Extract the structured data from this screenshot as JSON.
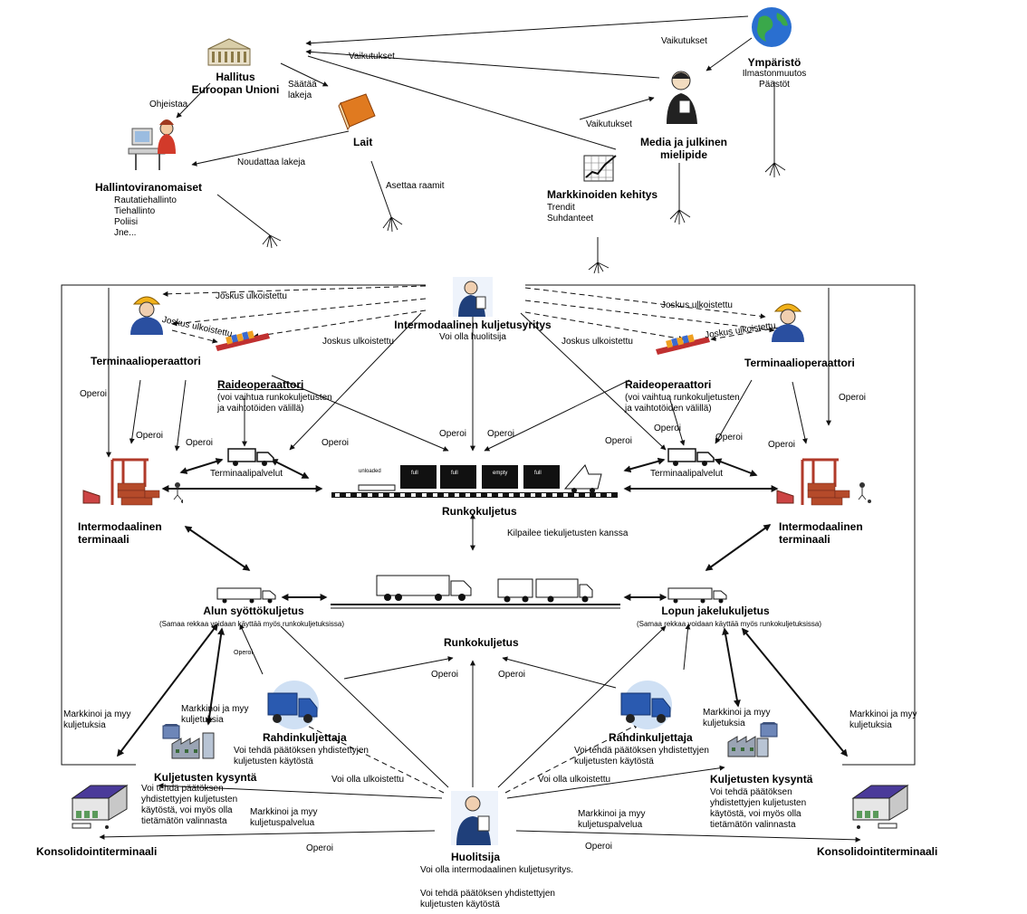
{
  "top": {
    "government": {
      "title1": "Hallitus",
      "title2": "Euroopan Unioni"
    },
    "laws": {
      "title": "Lait"
    },
    "authorities": {
      "title": "Hallintoviranomaiset",
      "items": [
        "Rautatiehallinto",
        "Tiehallinto",
        "Poliisi",
        "Jne..."
      ]
    },
    "environment": {
      "title": "Ympäristö",
      "items": [
        "Ilmastonmuutos",
        "Päästöt"
      ]
    },
    "media": {
      "title1": "Media ja julkinen",
      "title2": "mielipide"
    },
    "markets": {
      "title": "Markkinoiden kehitys",
      "items": [
        "Trendit",
        "Suhdanteet"
      ]
    },
    "labels": {
      "vaikutukset_1": "Vaikutukset",
      "vaikutukset_2": "Vaikutukset",
      "vaikutukset_3": "Vaikutukset",
      "saataa1": "Säätää",
      "saataa2": "lakeja",
      "ohjeistaa": "Ohjeistaa",
      "noudattaa": "Noudattaa lakeja",
      "asettaa": "Asettaa raamit"
    }
  },
  "middle": {
    "company": {
      "title": "Intermodaalinen kuljetusyritys",
      "sub": "Voi olla huolitsija"
    },
    "terminal_op_left": "Terminaalioperaattori",
    "terminal_op_right": "Terminaalioperaattori",
    "rail_left": {
      "title": "Raideoperaattori",
      "sub1": "(voi vaihtua runkokuljetusten",
      "sub2": "ja vaihtotöiden välillä)"
    },
    "rail_right": {
      "title": "Raideoperaattori",
      "sub1": "(voi vaihtua runkokuljetusten",
      "sub2": "ja vaihtotöiden välillä)"
    },
    "outsourced": [
      "Joskus ulkoistettu",
      "Joskus ulkoistettu",
      "Joskus ulkoistettu",
      "Joskus ulkoistettu",
      "Joskus ulkoistettu",
      "Joskus ulkoistettu"
    ],
    "operoi": [
      "Operoi",
      "Operoi",
      "Operoi",
      "Operoi",
      "Operoi",
      "Operoi",
      "Operoi",
      "Operoi",
      "Operoi",
      "Operoi"
    ],
    "terminal_services_left": "Terminaalipalvelut",
    "terminal_services_right": "Terminaalipalvelut",
    "terminal_left": {
      "title1": "Intermodaalinen",
      "title2": "terminaali"
    },
    "terminal_right": {
      "title1": "Intermodaalinen",
      "title2": "terminaali"
    },
    "main_rail": "Runkokuljetus",
    "wagons": [
      "unloaded",
      "full",
      "full",
      "empty",
      "full"
    ],
    "competes": "Kilpailee tiekuljetusten kanssa"
  },
  "bottom": {
    "pre_haul": {
      "title": "Alun syöttökuljetus",
      "sub": "(Samaa rekkaa voidaan käyttää myös runkokuljetuksissa)"
    },
    "end_haul": {
      "title": "Lopun jakelukuljetus",
      "sub": "(Samaa rekkaa voidaan käyttää myös runkokuljetuksissa)"
    },
    "main_road": "Runkokuljetus",
    "haulier_left": {
      "title": "Rahdinkuljettaja",
      "sub1": "Voi tehdä päätöksen yhdistettyjen",
      "sub2": "kuljetusten käytöstä"
    },
    "haulier_right": {
      "title": "Rahdinkuljettaja",
      "sub1": "Voi tehdä päätöksen yhdistettyjen",
      "sub2": "kuljetusten käytöstä"
    },
    "demand_left": {
      "title": "Kuljetusten kysyntä",
      "lines": [
        "Voi tehdä päätöksen",
        "yhdistettyjen kuljetusten",
        "käytöstä, voi myös olla",
        "tietämätön valinnasta"
      ]
    },
    "demand_right": {
      "title": "Kuljetusten kysyntä",
      "lines": [
        "Voi tehdä päätöksen",
        "yhdistettyjen kuljetusten",
        "käytöstä, voi myös olla",
        "tietämätön valinnasta"
      ]
    },
    "consol_left": "Konsolidointiterminaali",
    "consol_right": "Konsolidointiterminaali",
    "forwarder": {
      "title": "Huolitsija",
      "sub": "Voi olla intermodaalinen kuljetusyritys.",
      "note1": "Voi tehdä päätöksen yhdistettyjen",
      "note2": "kuljetusten käytöstä"
    },
    "labels": {
      "markkinoi1_a": "Markkinoi ja myy",
      "markkinoi1_b": "kuljetuksia",
      "markkinoi2_a": "Markkinoi ja myy",
      "markkinoi2_b": "kuljetuksia",
      "markkinoi3_a": "Markkinoi ja myy",
      "markkinoi3_b": "kuljetuksia",
      "markkinoi4_a": "Markkinoi ja myy",
      "markkinoi4_b": "kuljetuksia",
      "markkinoi5_a": "Markkinoi ja myy",
      "markkinoi5_b": "kuljetuspalvelua",
      "markkinoi6_a": "Markkinoi ja myy",
      "markkinoi6_b": "kuljetuspalvelua",
      "voi_ulk_left": "Voi olla ulkoistettu",
      "voi_ulk_right": "Voi olla ulkoistettu",
      "operoi_small": "Operoi",
      "operoi_b1": "Operoi",
      "operoi_b2": "Operoi",
      "operoi_b3": "Operoi",
      "operoi_b4": "Operoi"
    }
  },
  "colors": {
    "line": "#111111",
    "truck": "#1a3f7a",
    "brick": "#b54a2a",
    "book": "#e07a20",
    "globe": "#2a6fd0",
    "train": "#222222"
  },
  "icons": [
    "government-building-icon",
    "book-icon",
    "globe-icon",
    "journalist-icon",
    "chart-icon",
    "computer-user-icon",
    "businessman-icon",
    "worker-icon",
    "train-icon",
    "truck-icon",
    "crane-terminal-icon",
    "warehouse-icon",
    "factory-icon"
  ]
}
